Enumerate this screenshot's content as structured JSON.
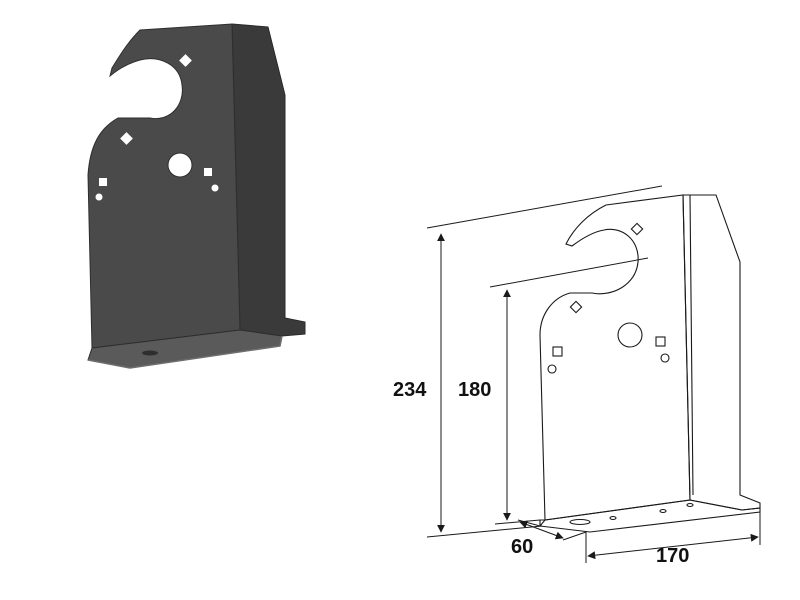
{
  "colors": {
    "background": "#ffffff",
    "metal_fill": "#4a4a4a",
    "metal_dark": "#343434",
    "metal_light": "#6b6b6b",
    "line": "#1a1a1a"
  },
  "dimensions": {
    "height_total": "234",
    "height_lower": "180",
    "depth": "60",
    "width": "170"
  },
  "icons": {
    "arrow": "arrowhead"
  }
}
